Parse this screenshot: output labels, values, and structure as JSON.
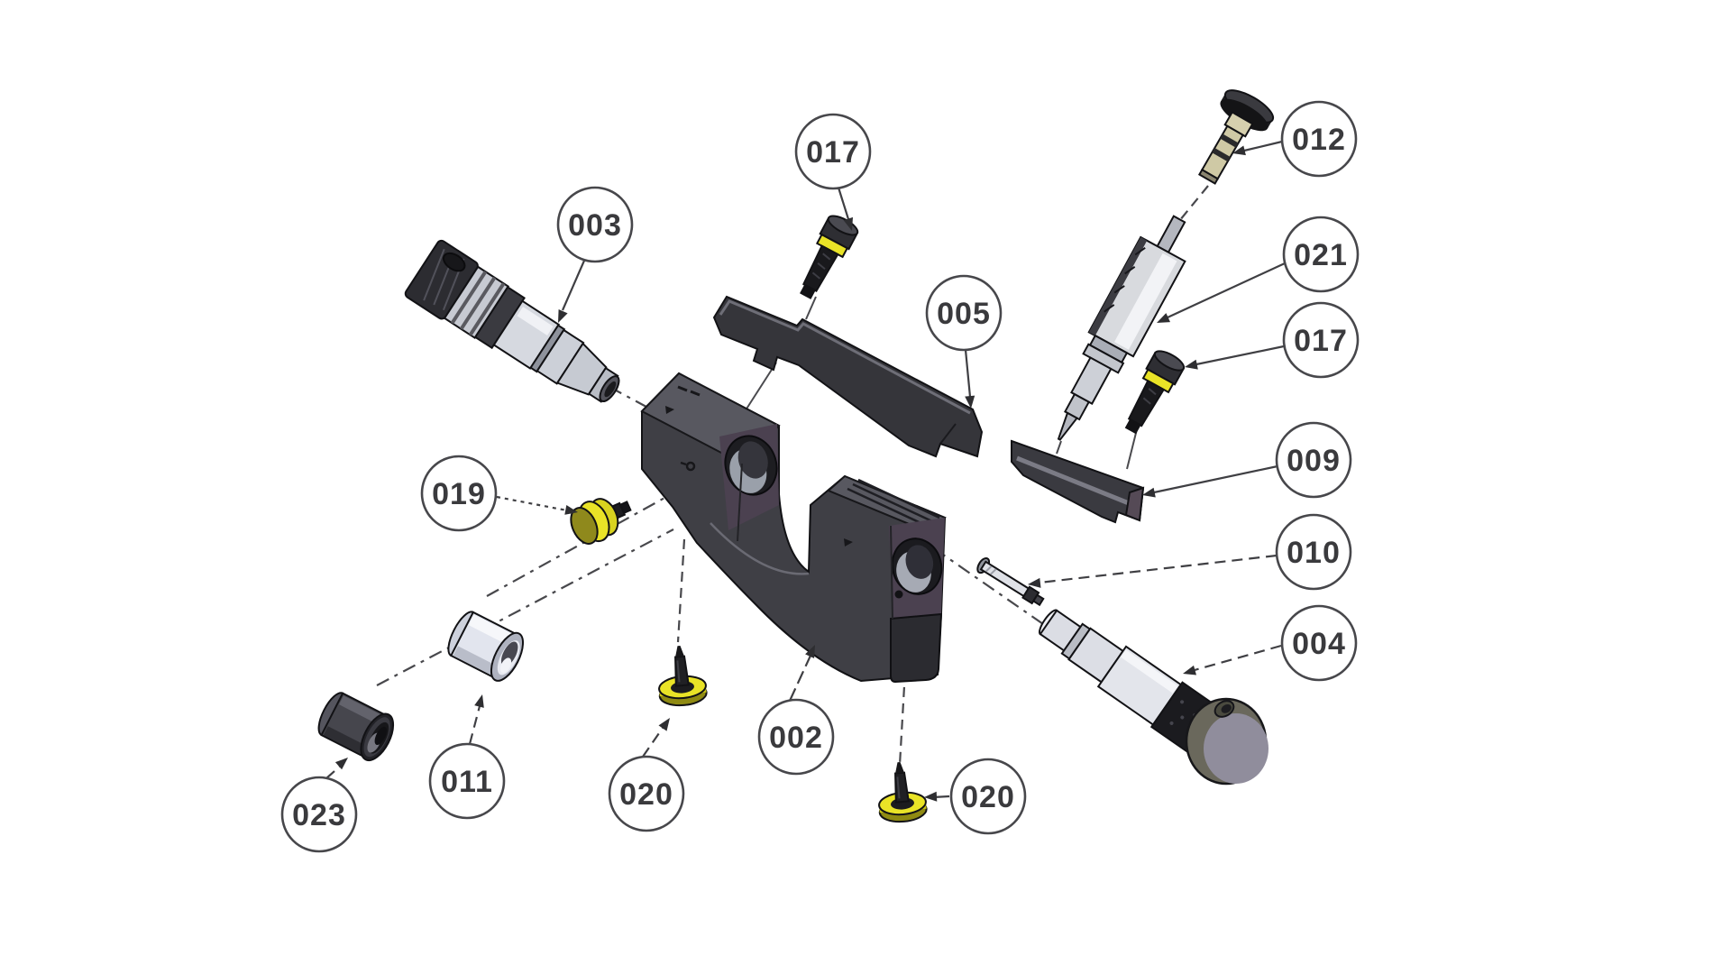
{
  "diagram": {
    "type": "exploded-assembly-parts-diagram",
    "background": "#ffffff",
    "balloon_count": 15,
    "balloons": [
      {
        "label": "017"
      },
      {
        "label": "012"
      },
      {
        "label": "003"
      },
      {
        "label": "021"
      },
      {
        "label": "005"
      },
      {
        "label": "017"
      },
      {
        "label": "009"
      },
      {
        "label": "019"
      },
      {
        "label": "010"
      },
      {
        "label": "004"
      },
      {
        "label": "002"
      },
      {
        "label": "011"
      },
      {
        "label": "023"
      },
      {
        "label": "020"
      },
      {
        "label": "020"
      }
    ],
    "colors": {
      "background": "#ffffff",
      "body_dark": "#3f3f45",
      "body_top": "#585860",
      "purple_face": "#4b4150",
      "bar_dark": "#35353a",
      "metal_light": "#dfe1e8",
      "metal_mid": "#c7cad2",
      "accent_yellow": "#e9e327",
      "olive_yellow": "#8f891c",
      "beige": "#cfc9a5",
      "black_part": "#1b1b1f",
      "balloon_stroke": "#47474b",
      "label_text": "#3a3a3d",
      "line": "#3f3f43"
    }
  }
}
